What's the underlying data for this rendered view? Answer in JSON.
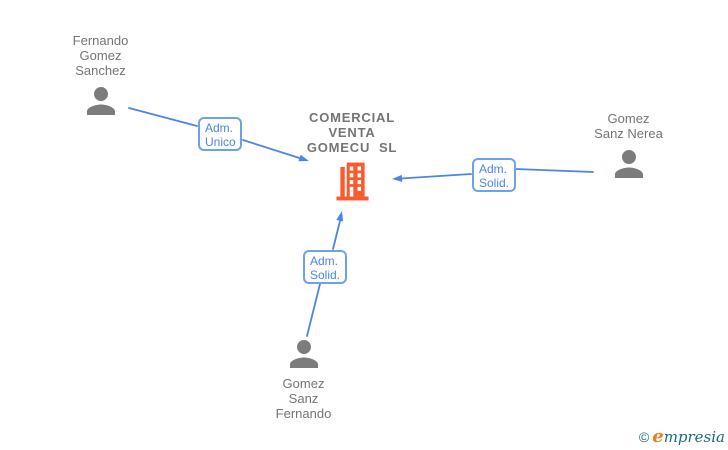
{
  "diagram": {
    "colors": {
      "edge_blue": "#4a86e8",
      "box_border_blue": "#6fa1ea",
      "box_text_blue": "#4a86e8",
      "label_gray": "#757575",
      "person_gray": "#7c7c7c",
      "company_orange": "#f95b2e",
      "brand_teal": "#1f6b80",
      "brand_orange": "#ef7c1b"
    },
    "company": {
      "name_lines": [
        "COMERCIAL",
        "VENTA",
        "GOMECU  SL"
      ]
    },
    "persons": {
      "top_left": {
        "name_lines": [
          "Fernando",
          "Gomez",
          "Sanchez"
        ]
      },
      "right": {
        "name_lines": [
          "Gomez",
          "Sanz Nerea"
        ]
      },
      "bottom": {
        "name_lines": [
          "Gomez",
          "Sanz",
          "Fernando"
        ]
      }
    },
    "edges": {
      "top_left": {
        "label_lines": [
          "Adm.",
          "Unico"
        ]
      },
      "right": {
        "label_lines": [
          "Adm.",
          "Solid."
        ]
      },
      "bottom": {
        "label_lines": [
          "Adm.",
          "Solid."
        ]
      }
    }
  },
  "footer": {
    "copyright_symbol": "©",
    "brand_initial": "e",
    "brand_rest": "mpresia"
  }
}
